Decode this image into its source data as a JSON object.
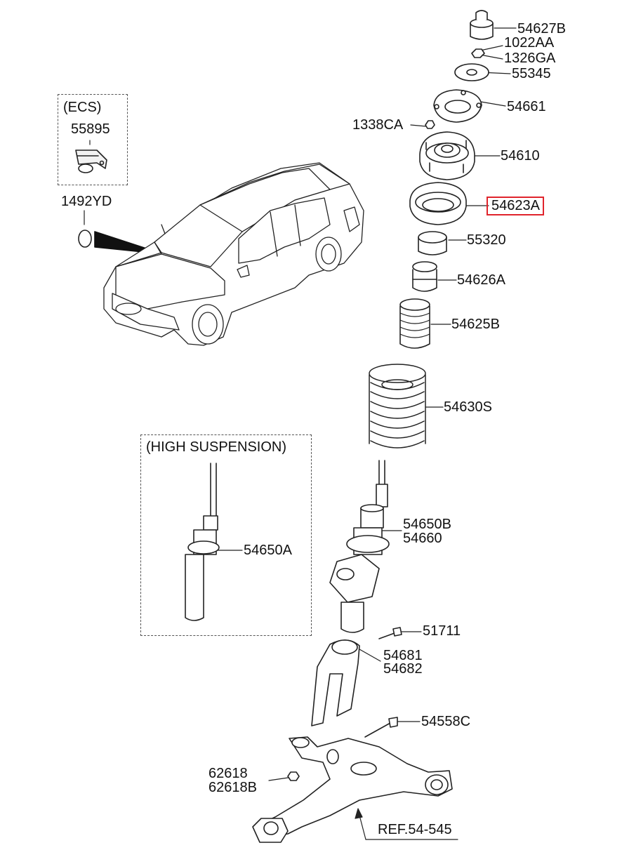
{
  "callouts": {
    "c54627B": "54627B",
    "c1022AA": "1022AA",
    "c1326GA": "1326GA",
    "c55345": "55345",
    "c54661": "54661",
    "c1338CA": "1338CA",
    "c54610": "54610",
    "c54623A": "54623A",
    "c55320": "55320",
    "c54626A": "54626A",
    "c54625B": "54625B",
    "c54630S": "54630S",
    "c54650B": "54650B",
    "c54660": "54660",
    "c54650A": "54650A",
    "c51711": "51711",
    "c54681": "54681",
    "c54682": "54682",
    "c54558C": "54558C",
    "c62618": "62618",
    "c62618B": "62618B",
    "ref": "REF.54-545",
    "c55895": "55895",
    "c1492YD": "1492YD"
  },
  "groups": {
    "ecs_title": "(ECS)",
    "high_suspension_title": "(HIGH SUSPENSION)"
  },
  "highlight": {
    "part": "54623A",
    "color": "#e0242c"
  }
}
